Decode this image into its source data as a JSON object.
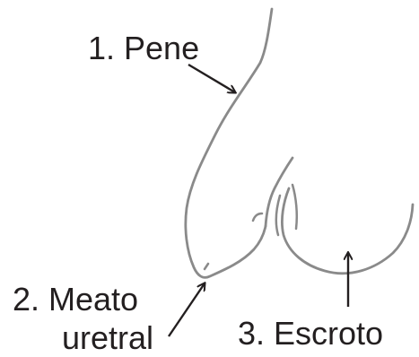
{
  "labels": {
    "pene": "1. Pene",
    "meato_line1": "2. Meato",
    "meato_line2": "uretral",
    "escroto": "3. Escroto"
  },
  "colors": {
    "sketch": "#8a8a8a",
    "text": "#231f20",
    "arrow": "#231f20",
    "background": "#ffffff"
  }
}
